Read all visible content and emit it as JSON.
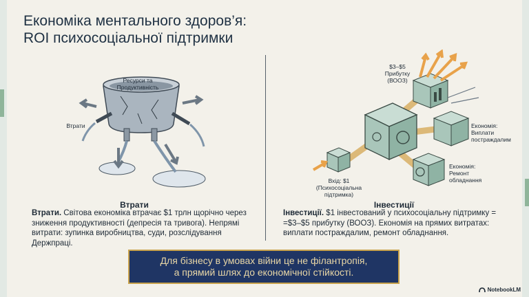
{
  "title": {
    "line1": "Економіка ментального здоров’я:",
    "line2": "ROI психосоціальної підтримки"
  },
  "left": {
    "illustration_labels": {
      "barrel": "Ресурси та Продуктивність",
      "leak": "Втрати"
    },
    "heading": "Втрати",
    "body_bold": "Втрати.",
    "body_text": " Світова економіка втрачає $1 трлн щорічно через зниження продуктивності (депресія та тривога). Непрямі витрати: зупинка виробництва, суди, розслідування Держпраці."
  },
  "right": {
    "illustration_labels": {
      "profit": "$3–$5 Прибутку (ВООЗ)",
      "input": "Вхід: $1 (Психосоціальна підтримка)",
      "saving1": "Економія: Виплати постраждалим",
      "saving2": "Економія: Ремонт обладнання"
    },
    "heading": "Інвестиції",
    "body_bold": "Інвестиції.",
    "body_text": " $1 інвестований у психосоціальну підтримку = =$3–$5 прибутку (ВООЗ). Економія на прямих витратах: виплати постраждалим, ремонт обладнання."
  },
  "banner": {
    "line1": "Для бізнесу в умовах війни це не філантропія,",
    "line2": "а прямий шлях до економічної стійкості."
  },
  "brand": {
    "name": "NotebookLM"
  },
  "colors": {
    "background": "#f3f1ea",
    "banner": "#1f3564",
    "banner_border": "#c8a24c",
    "banner_text": "#e9d7a6",
    "accent_green": "#8fb59a",
    "arrow_orange": "#e8a24a"
  }
}
